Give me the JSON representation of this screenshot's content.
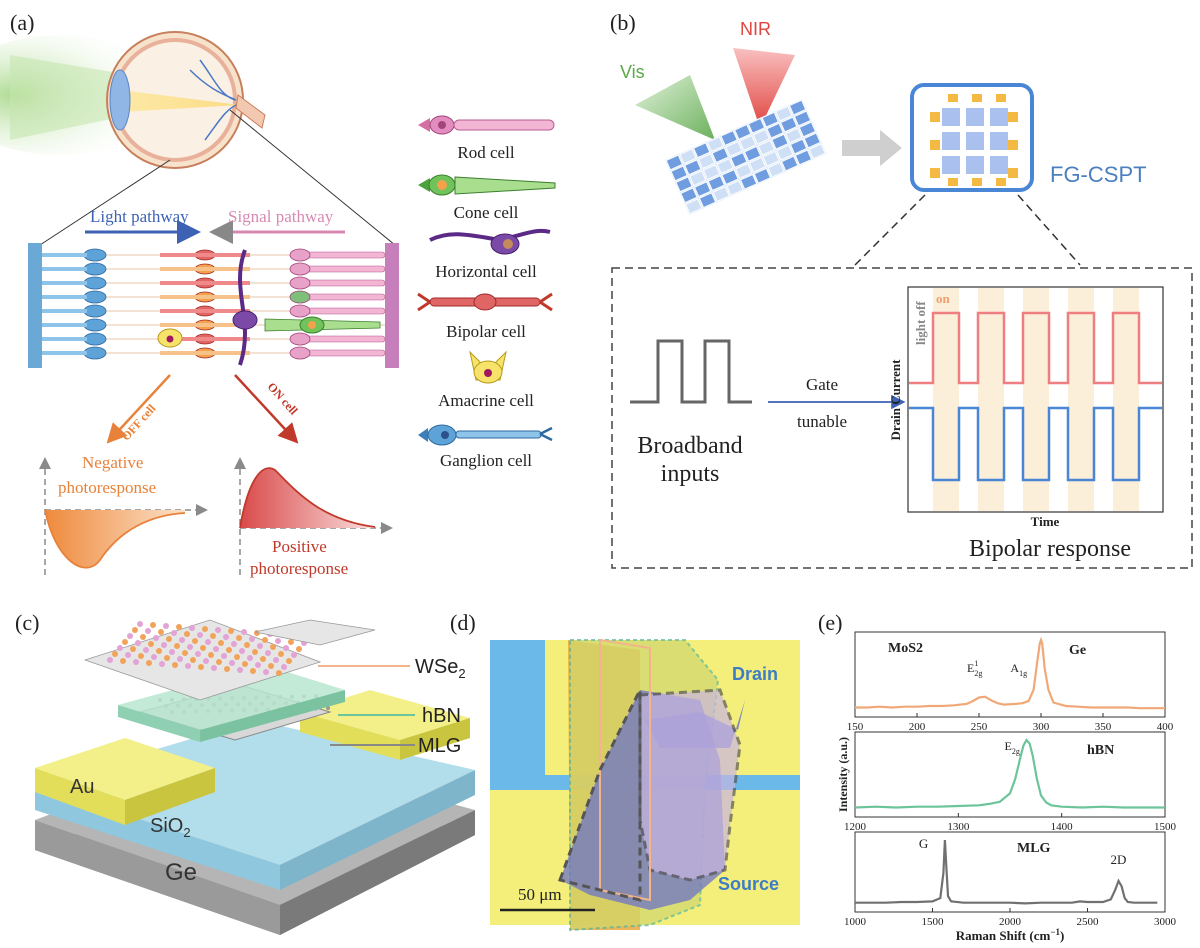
{
  "panels": {
    "a": {
      "label": "(a)",
      "light_pathway": "Light pathway",
      "signal_pathway": "Signal pathway",
      "off_cell": "OFF cell",
      "on_cell": "ON cell",
      "neg_line1": "Negative",
      "neg_line2": "photoresponse",
      "pos_line1": "Positive",
      "pos_line2": "photoresponse",
      "cells": [
        "Rod cell",
        "Cone cell",
        "Horizontal cell",
        "Bipolar cell",
        "Amacrine cell",
        "Ganglion cell"
      ]
    },
    "b": {
      "label": "(b)",
      "nir": "NIR",
      "vis": "Vis",
      "device": "FG-CSPT",
      "inputs_line1": "Broadband",
      "inputs_line2": "inputs",
      "gate": "Gate",
      "tunable": "tunable",
      "on": "on",
      "light_off": "light off",
      "ylabel": "Drain Current",
      "xlabel": "Time",
      "response": "Bipolar response"
    },
    "c": {
      "label": "(c)",
      "wse2": "WSe",
      "wse2_sub": "2",
      "hbn": "hBN",
      "mlg": "MLG",
      "au": "Au",
      "sio2": "SiO",
      "sio2_sub": "2",
      "ge": "Ge"
    },
    "d": {
      "label": "(d)",
      "drain": "Drain",
      "source": "Source",
      "scale": "50 μm"
    },
    "e": {
      "label": "(e)"
    }
  },
  "chart_data": [
    {
      "type": "line",
      "title": "",
      "series_label": "MoS2",
      "series_label_sub": "2",
      "peak_label": "Ge",
      "annotations": [
        {
          "text": "E",
          "sub": "2g",
          "sup": "1",
          "x": 250
        },
        {
          "text": "A",
          "sub": "1g",
          "x": 285
        }
      ],
      "xlim": [
        150,
        400
      ],
      "xticks": [
        "150",
        "200",
        "250",
        "300",
        "350",
        "400"
      ],
      "color": "#f0a878",
      "x": [
        150,
        160,
        170,
        180,
        190,
        200,
        210,
        220,
        230,
        240,
        245,
        250,
        255,
        260,
        265,
        270,
        280,
        285,
        290,
        294,
        297,
        299,
        300,
        301,
        303,
        306,
        310,
        320,
        330,
        340,
        350,
        360,
        370,
        380,
        390,
        400
      ],
      "y": [
        0.05,
        0.05,
        0.06,
        0.05,
        0.06,
        0.06,
        0.07,
        0.07,
        0.08,
        0.1,
        0.14,
        0.19,
        0.2,
        0.15,
        0.11,
        0.09,
        0.1,
        0.11,
        0.14,
        0.3,
        0.7,
        0.95,
        1.0,
        0.95,
        0.6,
        0.3,
        0.12,
        0.07,
        0.06,
        0.05,
        0.05,
        0.05,
        0.05,
        0.04,
        0.04,
        0.04
      ]
    },
    {
      "type": "line",
      "title": "",
      "series_label": "hBN",
      "peak_label": "E",
      "peak_label_sub": "2g",
      "ylabel": "Intensity (a.u.)",
      "xlim": [
        1200,
        1500
      ],
      "xticks": [
        "1200",
        "1300",
        "1400",
        "1500"
      ],
      "color": "#6cc49a",
      "x": [
        1200,
        1220,
        1240,
        1260,
        1280,
        1300,
        1320,
        1330,
        1340,
        1350,
        1355,
        1360,
        1363,
        1366,
        1369,
        1372,
        1376,
        1380,
        1385,
        1390,
        1400,
        1420,
        1440,
        1460,
        1480,
        1500
      ],
      "y": [
        0.05,
        0.06,
        0.05,
        0.06,
        0.06,
        0.07,
        0.08,
        0.1,
        0.13,
        0.25,
        0.45,
        0.75,
        0.92,
        1.0,
        0.95,
        0.78,
        0.45,
        0.22,
        0.12,
        0.08,
        0.06,
        0.05,
        0.06,
        0.05,
        0.05,
        0.05
      ]
    },
    {
      "type": "line",
      "title": "",
      "series_label": "MLG",
      "peak_label": "G",
      "peak2_label": "2D",
      "xlabel": "Raman Shift (cm",
      "xlabel_sup": "−1",
      "xlabel_tail": ")",
      "xlim": [
        1000,
        3000
      ],
      "xticks": [
        "1000",
        "1500",
        "2000",
        "2500",
        "3000"
      ],
      "color": "#707070",
      "x": [
        1000,
        1100,
        1200,
        1300,
        1400,
        1500,
        1550,
        1570,
        1580,
        1590,
        1600,
        1620,
        1700,
        1800,
        1900,
        2000,
        2100,
        2200,
        2300,
        2400,
        2450,
        2500,
        2600,
        2650,
        2680,
        2700,
        2720,
        2740,
        2760,
        2800,
        2900,
        2950
      ],
      "y": [
        0.05,
        0.05,
        0.05,
        0.06,
        0.06,
        0.07,
        0.12,
        0.5,
        1.0,
        0.55,
        0.15,
        0.07,
        0.05,
        0.05,
        0.05,
        0.05,
        0.04,
        0.05,
        0.05,
        0.05,
        0.07,
        0.06,
        0.06,
        0.1,
        0.25,
        0.38,
        0.3,
        0.12,
        0.06,
        0.05,
        0.05,
        0.05
      ]
    }
  ]
}
